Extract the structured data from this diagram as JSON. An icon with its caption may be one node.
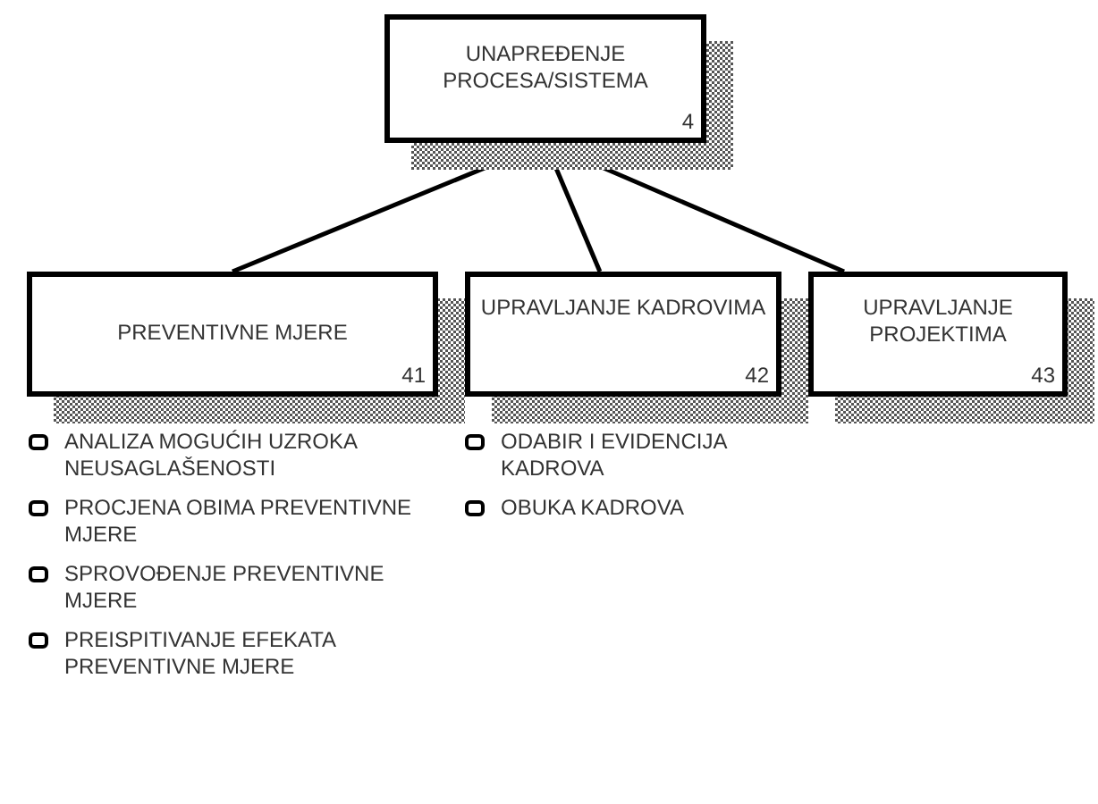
{
  "diagram": {
    "nodes": [
      {
        "text": [
          "UNAPREĐENJE PROCESA/SISTEMA",
          "4"
        ]
      },
      {
        "text": [
          "PREVENTIVNE MJERE",
          "41"
        ],
        "beside": [
          "ANALIZA MOGUĆIH UZROKA NEUSAGLAŠENOSTI",
          "PROCJENA OBIMA PREVENTIVNE MJERE",
          "SPROVOĐENJE PREVENTIVNE MJERE",
          "PREISPITIVANJE EFEKATA PREVENTIVNE MJERE"
        ]
      },
      {
        "text": [
          "UPRAVLJANJE KADROVIMA",
          "42"
        ],
        "beside": [
          "ODABIR I EVIDENCIJA KADROVA",
          "OBUKA KADROVA"
        ]
      },
      {
        "text": [
          "UPRAVLJANJE PROJEKTIMA",
          "43"
        ]
      }
    ],
    "edges": [
      {
        "from": 0,
        "to": 1,
        "arrow": "none"
      },
      {
        "from": 0,
        "to": 2,
        "arrow": "none"
      },
      {
        "from": 0,
        "to": 3,
        "arrow": "none"
      }
    ]
  }
}
